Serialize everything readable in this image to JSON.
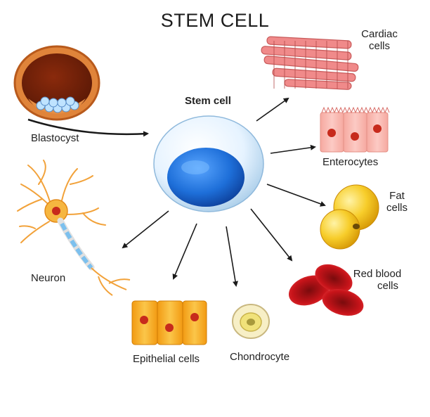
{
  "title": "STEM CELL",
  "center_label": "Stem cell",
  "labels": {
    "blastocyst": "Blastocyst",
    "cardiac_line1": "Cardiac",
    "cardiac_line2": "cells",
    "enterocytes": "Enterocytes",
    "fat_line1": "Fat",
    "fat_line2": "cells",
    "red_line1": "Red blood",
    "red_line2": "cells",
    "neuron": "Neuron",
    "epithelial": "Epithelial cells",
    "chondrocyte": "Chondrocyte"
  },
  "colors": {
    "arrow": "#1a1a1a",
    "stem_cytoplasm": "#dcefff",
    "stem_nucleus": "#1e6fd9",
    "cardiac": "#f08a8a",
    "enterocyte": "#f7b8b0",
    "nucleus_red": "#c72a1c",
    "fat": "#f3c020",
    "red_blood": "#c8141a",
    "epithelial": "#f5a623",
    "chondrocyte": "#f2e7a8",
    "neuron": "#f4a83a",
    "blastocyst": "#b84a14"
  }
}
